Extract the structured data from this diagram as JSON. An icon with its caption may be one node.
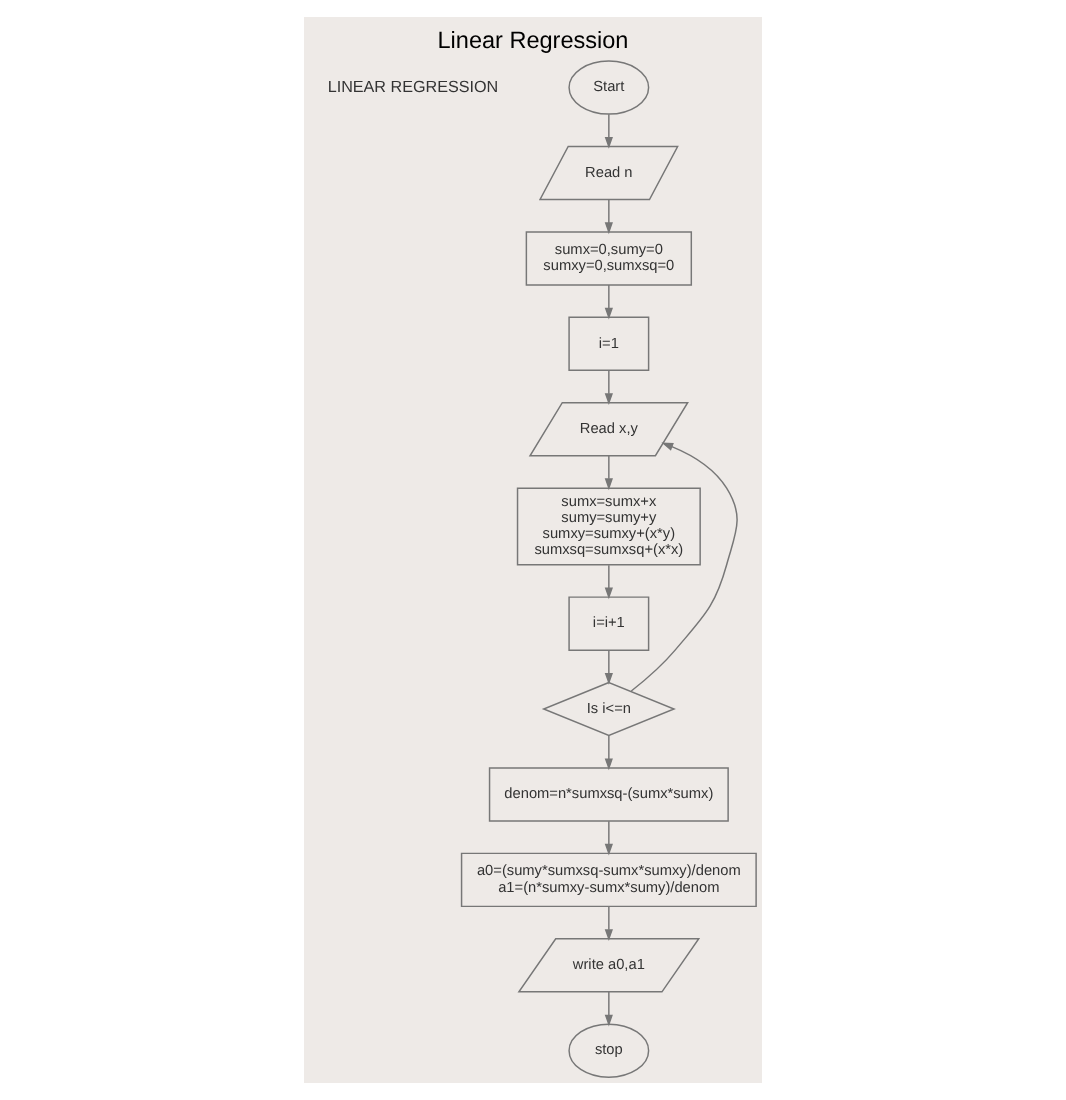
{
  "diagram": {
    "title": "Linear Regression",
    "nodes": [
      {
        "text": [
          "Start"
        ]
      },
      {
        "text": [
          "Read n"
        ]
      },
      {
        "text": [
          "sumx=0,sumy=0 sumxy=0,sumxsq=0"
        ]
      },
      {
        "text": [
          "i=1"
        ]
      },
      {
        "text": [
          "Read x,y"
        ]
      },
      {
        "text": [
          "sumx=sumx+x sumy=sumy+y sumxy=sumxy+(x*y) sumxsq=sumxsq+(x*x)"
        ]
      },
      {
        "text": [
          "i=i+1"
        ]
      },
      {
        "text": [
          "Is i<=n"
        ]
      },
      {
        "text": [
          "denom=n*sumxsq-(sumx*sumx)"
        ]
      },
      {
        "text": [
          "a0=(sumy*sumxsq-sumx*sumxy)/denom a1=(n*sumxy-sumx*sumy)/denom"
        ]
      },
      {
        "text": [
          "write a0,a1"
        ]
      },
      {
        "text": [
          "stop"
        ]
      }
    ],
    "edges": [
      {
        "from": 0,
        "to": 1,
        "arrow": "to"
      },
      {
        "from": 1,
        "to": 2,
        "arrow": "to"
      },
      {
        "from": 2,
        "to": 3,
        "arrow": "to"
      },
      {
        "from": 3,
        "to": 4,
        "arrow": "to"
      },
      {
        "from": 4,
        "to": 5,
        "arrow": "to"
      },
      {
        "from": 5,
        "to": 6,
        "arrow": "to"
      },
      {
        "from": 6,
        "to": 7,
        "arrow": "to"
      },
      {
        "from": 7,
        "to": 4,
        "arrow": "to"
      },
      {
        "from": 7,
        "to": 8,
        "arrow": "to"
      },
      {
        "from": 8,
        "to": 9,
        "arrow": "to"
      },
      {
        "from": 9,
        "to": 10,
        "arrow": "to"
      },
      {
        "from": 10,
        "to": 11,
        "arrow": "to"
      }
    ],
    "labels": [
      "LINEAR REGRESSION"
    ]
  }
}
